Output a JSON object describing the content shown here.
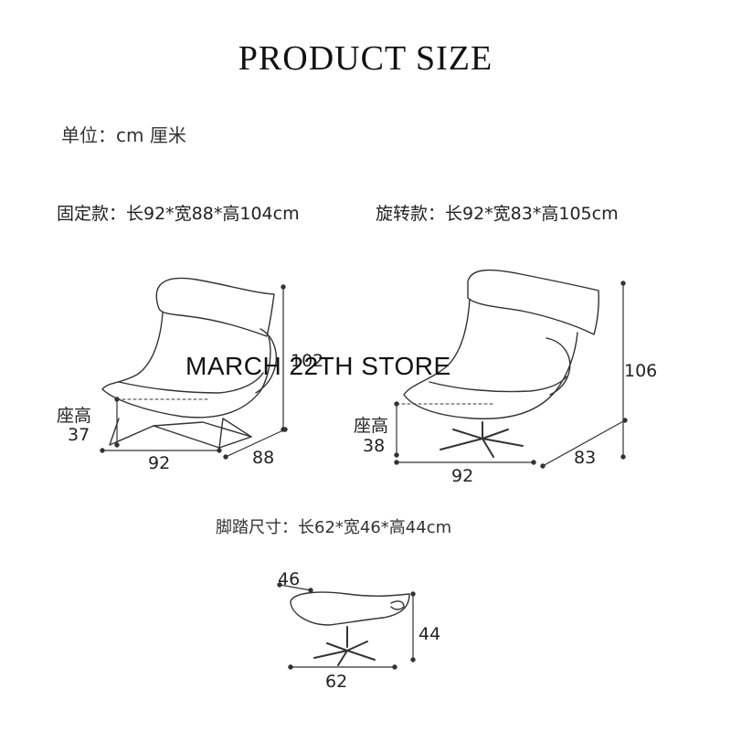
{
  "title": "PRODUCT SIZE",
  "unit": "单位：cm 厘米",
  "fixed_spec": "固定款：长92*宽88*高104cm",
  "swivel_spec": "旋转款：长92*宽83*高105cm",
  "watermark": "MARCH 22TH STORE",
  "fixed_chair": {
    "height_label": "102",
    "seat_label_cn": "座高",
    "seat_value": "37",
    "length": "92",
    "width": "88"
  },
  "swivel_chair": {
    "height_label": "106",
    "seat_label_cn": "座高",
    "seat_value": "38",
    "length": "92",
    "width": "83"
  },
  "footstool_spec": "脚踏尺寸：长62*宽46*高44cm",
  "footstool": {
    "width": "46",
    "height": "44",
    "length": "62"
  }
}
